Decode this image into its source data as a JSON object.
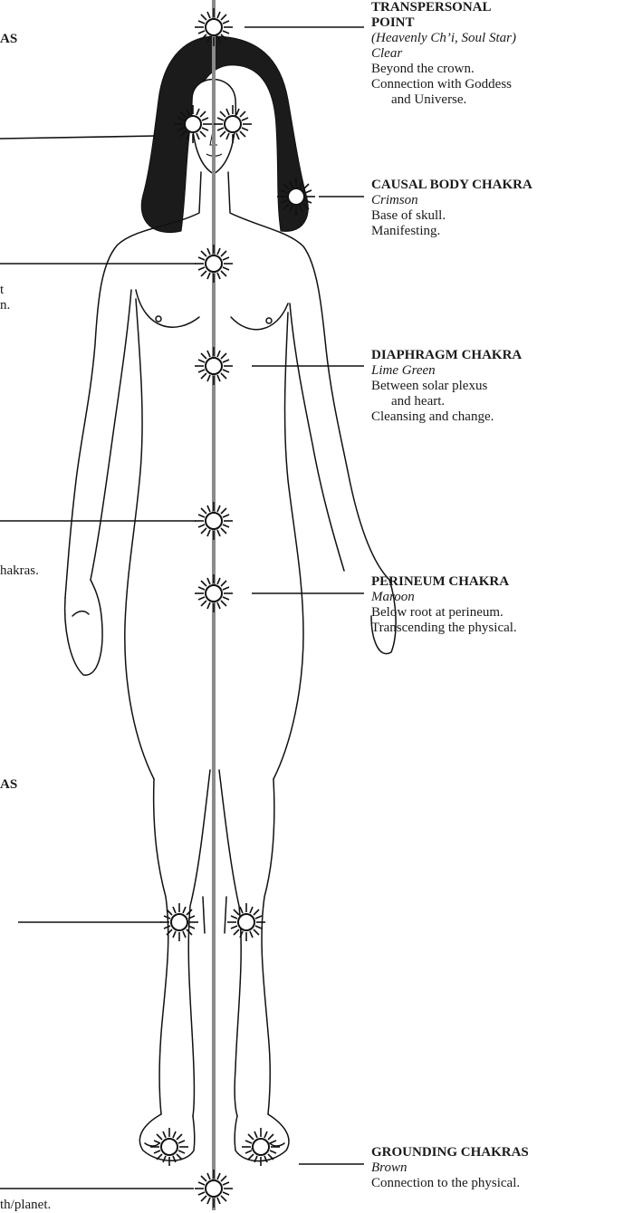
{
  "left_fragments": [
    {
      "key": "top_heading",
      "text": "AS"
    },
    {
      "key": "throat_1",
      "text": "t"
    },
    {
      "key": "throat_2",
      "text": "n."
    },
    {
      "key": "hands",
      "text": "hakras."
    },
    {
      "key": "knee_heading",
      "text": "AS"
    },
    {
      "key": "earth",
      "text": "th/planet."
    }
  ],
  "labels": {
    "transpersonal": {
      "title_lines": [
        "TRANSPERSONAL",
        "POINT"
      ],
      "subtitle": "(Heavenly Ch’i, Soul Star)",
      "color": "Clear",
      "desc": [
        "Beyond the crown.",
        "Connection with Goddess",
        "and Universe."
      ]
    },
    "causal": {
      "title": "CAUSAL BODY CHAKRA",
      "color": "Crimson",
      "desc": [
        "Base of skull.",
        "Manifesting."
      ]
    },
    "diaphragm": {
      "title": "DIAPHRAGM CHAKRA",
      "color": "Lime Green",
      "desc": [
        "Between solar plexus",
        "and heart.",
        "Cleansing and change."
      ]
    },
    "perineum": {
      "title": "PERINEUM CHAKRA",
      "color": "Maroon",
      "desc": [
        "Below root at perineum.",
        "Transcending the physical."
      ]
    },
    "grounding": {
      "title": "GROUNDING CHAKRAS",
      "color": "Brown",
      "desc": [
        "Connection to the physical."
      ]
    }
  }
}
